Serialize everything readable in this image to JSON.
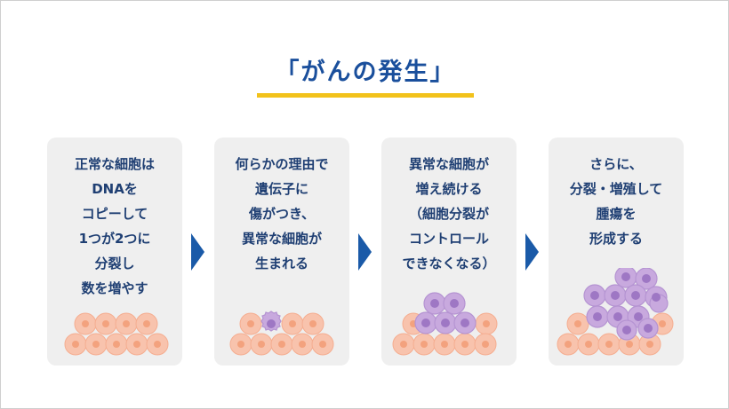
{
  "title": "「がんの発生」",
  "steps": [
    {
      "text": "正常な細胞は\nDNAを\nコピーして\n1つが2つに\n分裂し\n数を増やす"
    },
    {
      "text": "何らかの理由で\n遺伝子に\n傷がつき、\n異常な細胞が\n生まれる"
    },
    {
      "text": "異常な細胞が\n増え続ける\n（細胞分裂が\nコントロール\nできなくなる）"
    },
    {
      "text": "さらに、\n分裂・増殖して\n腫瘍を\n形成する"
    }
  ],
  "colors": {
    "title": "#1a4f9c",
    "underline": "#f2c21b",
    "card": "#efefef",
    "card_text": "#1f3f73",
    "arrow": "#1a5aa8",
    "normal_cell": "#f8c3ad",
    "normal_nucleus": "#f3a27e",
    "abnormal_cell": "#c8a9de",
    "abnormal_nucleus": "#9e77c4"
  }
}
